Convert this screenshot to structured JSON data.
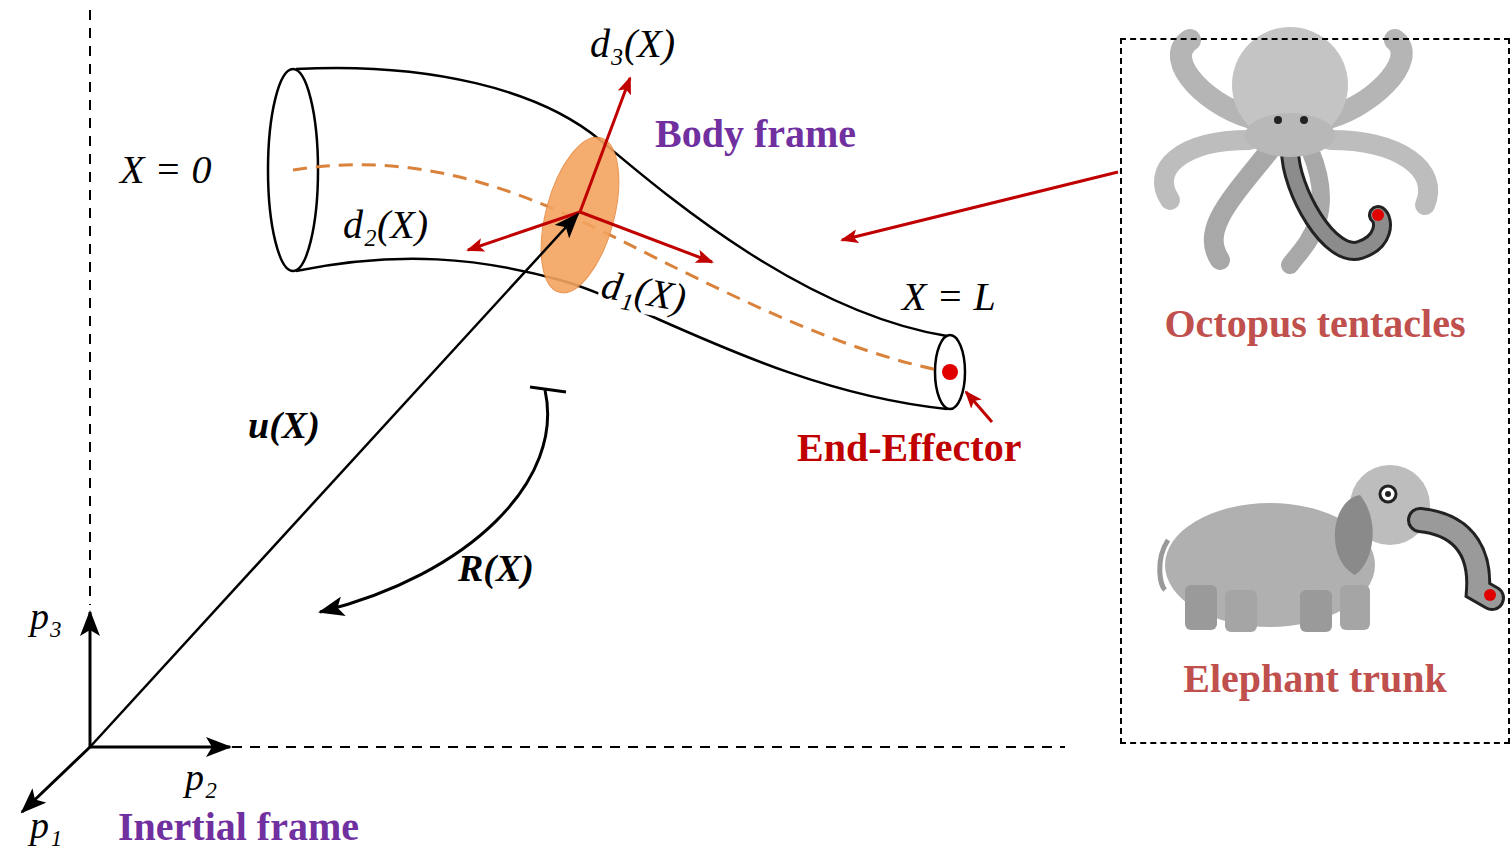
{
  "diagram": {
    "nodes": [
      {
        "text": [
          "Octopus tentacles",
          "Elephant trunk"
        ]
      }
    ],
    "labels": [
      "d₃(X)",
      "Body frame",
      "X = 0",
      "d₂(X)",
      "d₁(X)",
      "X = L",
      "End-Effector",
      "u(X)",
      "R(X)",
      "p₃",
      "p₂",
      "p₁",
      "Inertial frame"
    ]
  }
}
